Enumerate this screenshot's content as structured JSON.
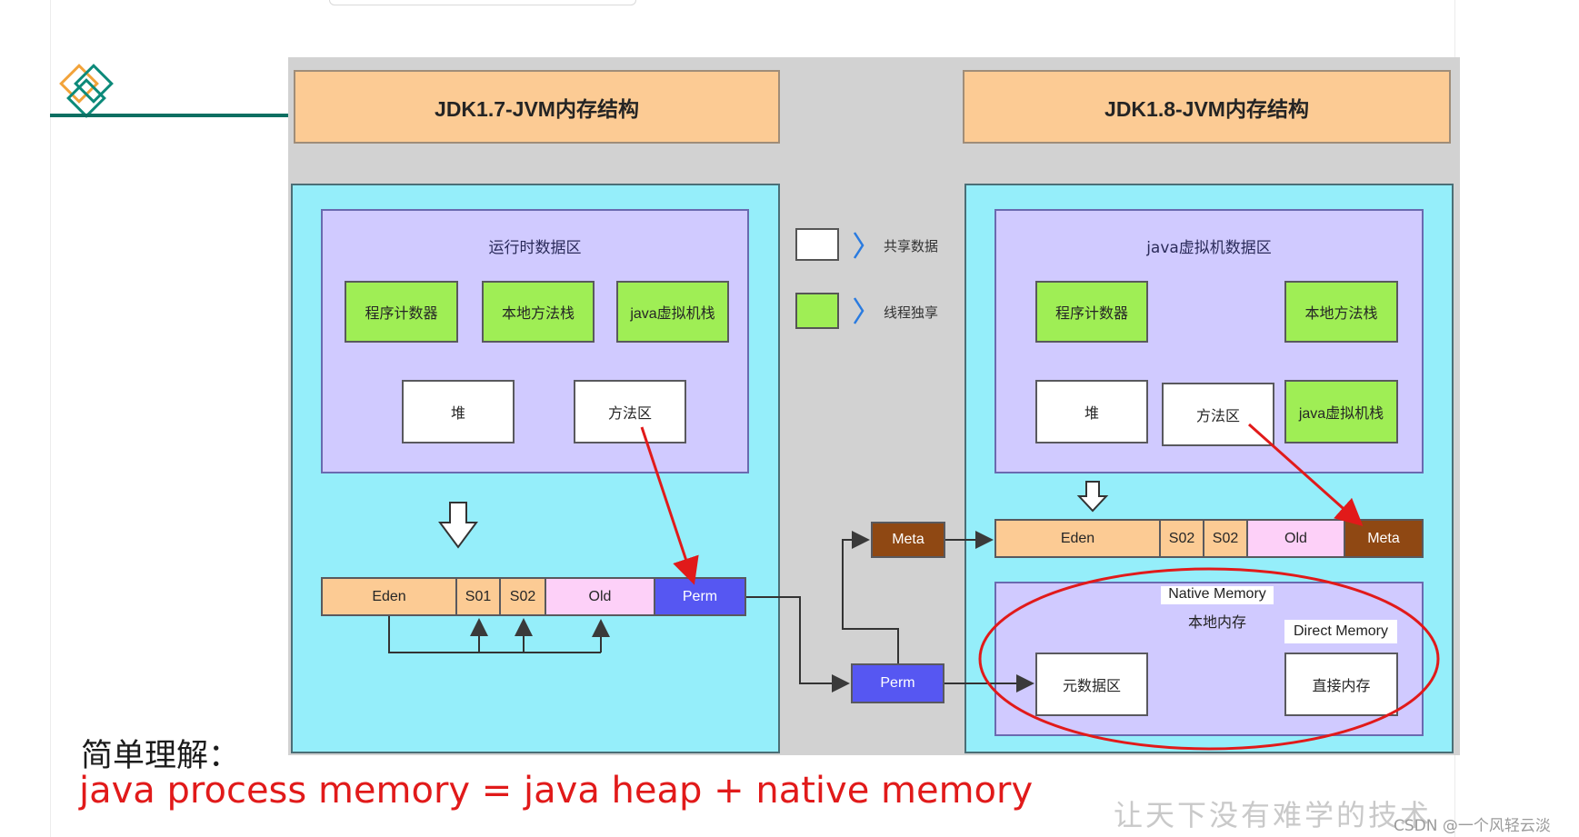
{
  "diagram": {
    "left_title": "JDK1.7-JVM内存结构",
    "right_title": "JDK1.8-JVM内存结构",
    "legend": [
      {
        "label": "共享数据",
        "color": "#ffffff"
      },
      {
        "label": "线程独享",
        "color": "#9fee55"
      }
    ],
    "jdk17": {
      "runtime_area_title": "运行时数据区",
      "program_counter": "程序计数器",
      "native_method_stack": "本地方法栈",
      "java_vm_stack": "java虚拟机栈",
      "heap": "堆",
      "method_area": "方法区",
      "heap_segments": [
        "Eden",
        "S01",
        "S02",
        "Old",
        "Perm"
      ]
    },
    "middle": {
      "meta": "Meta",
      "perm": "Perm"
    },
    "jdk18": {
      "vm_area_title": "java虚拟机数据区",
      "program_counter": "程序计数器",
      "native_method_stack": "本地方法栈",
      "heap": "堆",
      "method_area": "方法区",
      "java_vm_stack": "java虚拟机栈",
      "heap_segments": [
        "Eden",
        "S02",
        "S02",
        "Old",
        "Meta"
      ],
      "native_memory_en": "Native Memory",
      "native_memory_cn": "本地内存",
      "metaspace": "元数据区",
      "direct_memory_en": "Direct Memory",
      "direct_memory_cn": "直接内存"
    },
    "colors": {
      "header": "#fccb94",
      "outer": "#95eefa",
      "inner": "#d0caff",
      "thread_private": "#9fee55",
      "perm": "#5657f2",
      "meta": "#8f4813",
      "old": "#fdd0f8",
      "annotation_red": "#e11a1a"
    }
  },
  "summary": {
    "heading": "简单理解：",
    "formula": "java process memory = java heap + native memory"
  },
  "watermarks": {
    "slogan": "让天下没有难学的技术",
    "csdn": "CSDN @一个风轻云淡"
  }
}
